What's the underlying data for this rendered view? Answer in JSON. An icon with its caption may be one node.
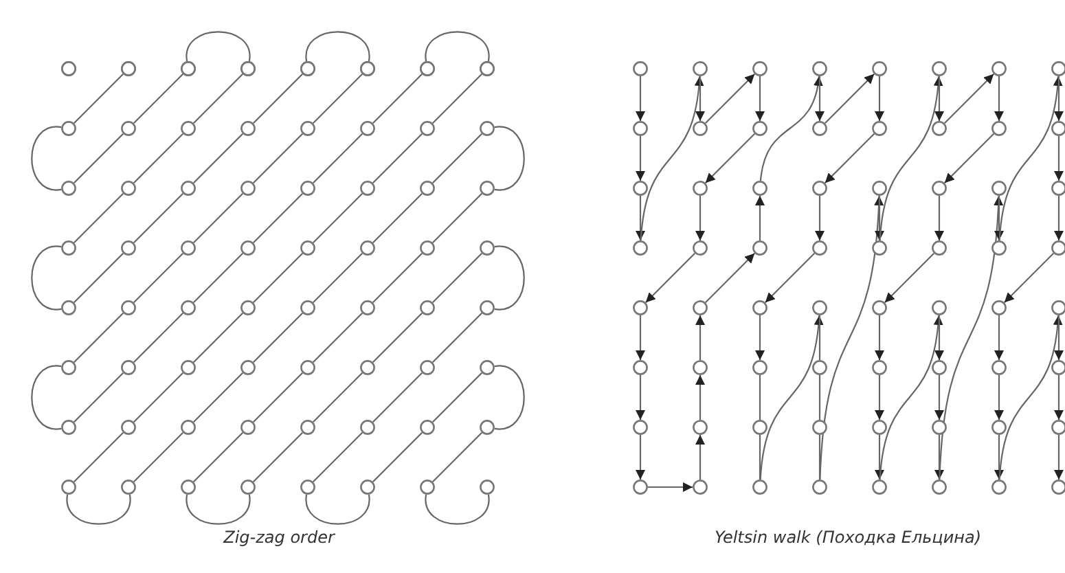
{
  "diagram": {
    "nodes": [
      {
        "text": [],
        "shape": "circle"
      },
      {
        "text": [],
        "shape": "circle"
      },
      {
        "text": [],
        "shape": "circle"
      },
      {
        "text": [],
        "shape": "circle"
      },
      {
        "text": [],
        "shape": "circle"
      },
      {
        "text": [],
        "shape": "circle"
      },
      {
        "text": [],
        "shape": "circle"
      },
      {
        "text": [],
        "shape": "circle"
      },
      {
        "text": [],
        "shape": "circle"
      },
      {
        "text": [],
        "shape": "circle"
      },
      {
        "text": [],
        "shape": "circle"
      },
      {
        "text": [],
        "shape": "circle"
      },
      {
        "text": [],
        "shape": "circle"
      },
      {
        "text": [],
        "shape": "circle"
      },
      {
        "text": [],
        "shape": "circle"
      },
      {
        "text": [],
        "shape": "circle"
      },
      {
        "text": [],
        "shape": "circle"
      },
      {
        "text": [],
        "shape": "circle"
      },
      {
        "text": [],
        "shape": "circle"
      },
      {
        "text": [],
        "shape": "circle"
      },
      {
        "text": [],
        "shape": "circle"
      },
      {
        "text": [],
        "shape": "circle"
      },
      {
        "text": [],
        "shape": "circle"
      },
      {
        "text": [],
        "shape": "circle"
      },
      {
        "text": [],
        "shape": "circle"
      },
      {
        "text": [],
        "shape": "circle"
      },
      {
        "text": [],
        "shape": "circle"
      },
      {
        "text": [],
        "shape": "circle"
      },
      {
        "text": [],
        "shape": "circle"
      },
      {
        "text": [],
        "shape": "circle"
      },
      {
        "text": [],
        "shape": "circle"
      },
      {
        "text": [],
        "shape": "circle"
      },
      {
        "text": [],
        "shape": "circle"
      },
      {
        "text": [],
        "shape": "circle"
      },
      {
        "text": [],
        "shape": "circle"
      },
      {
        "text": [],
        "shape": "circle"
      },
      {
        "text": [],
        "shape": "circle"
      },
      {
        "text": [],
        "shape": "circle"
      },
      {
        "text": [],
        "shape": "circle"
      },
      {
        "text": [],
        "shape": "circle"
      },
      {
        "text": [],
        "shape": "circle"
      },
      {
        "text": [],
        "shape": "circle"
      },
      {
        "text": [],
        "shape": "circle"
      },
      {
        "text": [],
        "shape": "circle"
      },
      {
        "text": [],
        "shape": "circle"
      },
      {
        "text": [],
        "shape": "circle"
      },
      {
        "text": [],
        "shape": "circle"
      },
      {
        "text": [],
        "shape": "circle"
      },
      {
        "text": [],
        "shape": "circle"
      },
      {
        "text": [],
        "shape": "circle"
      },
      {
        "text": [],
        "shape": "circle"
      },
      {
        "text": [],
        "shape": "circle"
      },
      {
        "text": [],
        "shape": "circle"
      },
      {
        "text": [],
        "shape": "circle"
      },
      {
        "text": [],
        "shape": "circle"
      },
      {
        "text": [],
        "shape": "circle"
      },
      {
        "text": [],
        "shape": "circle"
      },
      {
        "text": [],
        "shape": "circle"
      },
      {
        "text": [],
        "shape": "circle"
      },
      {
        "text": [],
        "shape": "circle"
      },
      {
        "text": [],
        "shape": "circle"
      },
      {
        "text": [],
        "shape": "circle"
      },
      {
        "text": [],
        "shape": "circle"
      },
      {
        "text": [],
        "shape": "circle"
      },
      {
        "text": [],
        "shape": "circle"
      },
      {
        "text": [],
        "shape": "circle"
      },
      {
        "text": [],
        "shape": "circle"
      },
      {
        "text": [],
        "shape": "circle"
      },
      {
        "text": [],
        "shape": "circle"
      },
      {
        "text": [],
        "shape": "circle"
      },
      {
        "text": [],
        "shape": "circle"
      },
      {
        "text": [],
        "shape": "circle"
      },
      {
        "text": [],
        "shape": "circle"
      },
      {
        "text": [],
        "shape": "circle"
      },
      {
        "text": [],
        "shape": "circle"
      },
      {
        "text": [],
        "shape": "circle"
      },
      {
        "text": [],
        "shape": "circle"
      },
      {
        "text": [],
        "shape": "circle"
      },
      {
        "text": [],
        "shape": "circle"
      },
      {
        "text": [],
        "shape": "circle"
      },
      {
        "text": [],
        "shape": "circle"
      },
      {
        "text": [],
        "shape": "circle"
      },
      {
        "text": [],
        "shape": "circle"
      },
      {
        "text": [],
        "shape": "circle"
      },
      {
        "text": [],
        "shape": "circle"
      },
      {
        "text": [],
        "shape": "circle"
      },
      {
        "text": [],
        "shape": "circle"
      },
      {
        "text": [],
        "shape": "circle"
      },
      {
        "text": [],
        "shape": "circle"
      },
      {
        "text": [],
        "shape": "circle"
      },
      {
        "text": [],
        "shape": "circle"
      },
      {
        "text": [],
        "shape": "circle"
      },
      {
        "text": [],
        "shape": "circle"
      },
      {
        "text": [],
        "shape": "circle"
      },
      {
        "text": [],
        "shape": "circle"
      },
      {
        "text": [],
        "shape": "circle"
      },
      {
        "text": [],
        "shape": "circle"
      },
      {
        "text": [],
        "shape": "circle"
      },
      {
        "text": [],
        "shape": "circle"
      },
      {
        "text": [],
        "shape": "circle"
      },
      {
        "text": [],
        "shape": "circle"
      },
      {
        "text": [],
        "shape": "circle"
      },
      {
        "text": [],
        "shape": "circle"
      },
      {
        "text": [],
        "shape": "circle"
      },
      {
        "text": [],
        "shape": "circle"
      },
      {
        "text": [],
        "shape": "circle"
      },
      {
        "text": [],
        "shape": "circle"
      },
      {
        "text": [],
        "shape": "circle"
      },
      {
        "text": [],
        "shape": "circle"
      },
      {
        "text": [],
        "shape": "circle"
      },
      {
        "text": [],
        "shape": "circle"
      },
      {
        "text": [],
        "shape": "circle"
      },
      {
        "text": [],
        "shape": "circle"
      },
      {
        "text": [],
        "shape": "circle"
      },
      {
        "text": [],
        "shape": "circle"
      },
      {
        "text": [],
        "shape": "circle"
      },
      {
        "text": [],
        "shape": "circle"
      },
      {
        "text": [],
        "shape": "circle"
      },
      {
        "text": [],
        "shape": "circle"
      },
      {
        "text": [],
        "shape": "circle"
      },
      {
        "text": [],
        "shape": "circle"
      },
      {
        "text": [],
        "shape": "circle"
      },
      {
        "text": [],
        "shape": "circle"
      },
      {
        "text": [],
        "shape": "circle"
      },
      {
        "text": [],
        "shape": "circle"
      },
      {
        "text": [],
        "shape": "circle"
      },
      {
        "text": [],
        "shape": "circle"
      },
      {
        "text": [],
        "shape": "circle"
      },
      {
        "text": [],
        "shape": "circle"
      },
      {
        "text": [],
        "shape": "circle"
      },
      {
        "text": [],
        "shape": "circle"
      },
      {
        "text": [],
        "shape": "circle"
      },
      {
        "text": [],
        "shape": "circle"
      },
      {
        "text": [],
        "shape": "circle"
      },
      {
        "text": [],
        "shape": "circle"
      },
      {
        "text": [],
        "shape": "circle"
      }
    ],
    "edges": [
      {
        "from": 1,
        "to": 8,
        "arrow": "none"
      },
      {
        "from": 8,
        "to": 16,
        "arrow": "none"
      },
      {
        "from": 16,
        "to": 9,
        "arrow": "none"
      },
      {
        "from": 9,
        "to": 2,
        "arrow": "none"
      },
      {
        "from": 2,
        "to": 3,
        "arrow": "none"
      },
      {
        "from": 3,
        "to": 10,
        "arrow": "none"
      },
      {
        "from": 10,
        "to": 17,
        "arrow": "none"
      },
      {
        "from": 17,
        "to": 24,
        "arrow": "none"
      },
      {
        "from": 24,
        "to": 32,
        "arrow": "none"
      },
      {
        "from": 32,
        "to": 25,
        "arrow": "none"
      },
      {
        "from": 25,
        "to": 18,
        "arrow": "none"
      },
      {
        "from": 18,
        "to": 11,
        "arrow": "none"
      },
      {
        "from": 11,
        "to": 4,
        "arrow": "none"
      },
      {
        "from": 4,
        "to": 5,
        "arrow": "none"
      },
      {
        "from": 5,
        "to": 12,
        "arrow": "none"
      },
      {
        "from": 12,
        "to": 19,
        "arrow": "none"
      },
      {
        "from": 19,
        "to": 26,
        "arrow": "none"
      },
      {
        "from": 26,
        "to": 33,
        "arrow": "none"
      },
      {
        "from": 33,
        "to": 40,
        "arrow": "none"
      },
      {
        "from": 40,
        "to": 48,
        "arrow": "none"
      },
      {
        "from": 48,
        "to": 41,
        "arrow": "none"
      },
      {
        "from": 41,
        "to": 34,
        "arrow": "none"
      },
      {
        "from": 34,
        "to": 27,
        "arrow": "none"
      },
      {
        "from": 27,
        "to": 20,
        "arrow": "none"
      },
      {
        "from": 20,
        "to": 13,
        "arrow": "none"
      },
      {
        "from": 13,
        "to": 6,
        "arrow": "none"
      },
      {
        "from": 6,
        "to": 7,
        "arrow": "none"
      },
      {
        "from": 7,
        "to": 14,
        "arrow": "none"
      },
      {
        "from": 14,
        "to": 21,
        "arrow": "none"
      },
      {
        "from": 21,
        "to": 28,
        "arrow": "none"
      },
      {
        "from": 28,
        "to": 35,
        "arrow": "none"
      },
      {
        "from": 35,
        "to": 42,
        "arrow": "none"
      },
      {
        "from": 42,
        "to": 49,
        "arrow": "none"
      },
      {
        "from": 49,
        "to": 56,
        "arrow": "none"
      },
      {
        "from": 56,
        "to": 57,
        "arrow": "none"
      },
      {
        "from": 57,
        "to": 50,
        "arrow": "none"
      },
      {
        "from": 50,
        "to": 43,
        "arrow": "none"
      },
      {
        "from": 43,
        "to": 36,
        "arrow": "none"
      },
      {
        "from": 36,
        "to": 29,
        "arrow": "none"
      },
      {
        "from": 29,
        "to": 22,
        "arrow": "none"
      },
      {
        "from": 22,
        "to": 15,
        "arrow": "none"
      },
      {
        "from": 15,
        "to": 23,
        "arrow": "none"
      },
      {
        "from": 23,
        "to": 30,
        "arrow": "none"
      },
      {
        "from": 30,
        "to": 37,
        "arrow": "none"
      },
      {
        "from": 37,
        "to": 44,
        "arrow": "none"
      },
      {
        "from": 44,
        "to": 51,
        "arrow": "none"
      },
      {
        "from": 51,
        "to": 58,
        "arrow": "none"
      },
      {
        "from": 58,
        "to": 59,
        "arrow": "none"
      },
      {
        "from": 59,
        "to": 52,
        "arrow": "none"
      },
      {
        "from": 52,
        "to": 45,
        "arrow": "none"
      },
      {
        "from": 45,
        "to": 38,
        "arrow": "none"
      },
      {
        "from": 38,
        "to": 31,
        "arrow": "none"
      },
      {
        "from": 31,
        "to": 39,
        "arrow": "none"
      },
      {
        "from": 39,
        "to": 46,
        "arrow": "none"
      },
      {
        "from": 46,
        "to": 53,
        "arrow": "none"
      },
      {
        "from": 53,
        "to": 60,
        "arrow": "none"
      },
      {
        "from": 60,
        "to": 61,
        "arrow": "none"
      },
      {
        "from": 61,
        "to": 54,
        "arrow": "none"
      },
      {
        "from": 54,
        "to": 47,
        "arrow": "none"
      },
      {
        "from": 47,
        "to": 55,
        "arrow": "none"
      },
      {
        "from": 55,
        "to": 62,
        "arrow": "none"
      },
      {
        "from": 62,
        "to": 63,
        "arrow": "none"
      },
      {
        "from": 64,
        "to": 72,
        "arrow": "to"
      },
      {
        "from": 72,
        "to": 80,
        "arrow": "to"
      },
      {
        "from": 80,
        "to": 88,
        "arrow": "to"
      },
      {
        "from": 88,
        "to": 65,
        "arrow": "to"
      },
      {
        "from": 65,
        "to": 73,
        "arrow": "to"
      },
      {
        "from": 73,
        "to": 66,
        "arrow": "to"
      },
      {
        "from": 66,
        "to": 74,
        "arrow": "to"
      },
      {
        "from": 74,
        "to": 81,
        "arrow": "to"
      },
      {
        "from": 81,
        "to": 89,
        "arrow": "to"
      },
      {
        "from": 89,
        "to": 96,
        "arrow": "to"
      },
      {
        "from": 96,
        "to": 104,
        "arrow": "to"
      },
      {
        "from": 104,
        "to": 112,
        "arrow": "to"
      },
      {
        "from": 112,
        "to": 120,
        "arrow": "to"
      },
      {
        "from": 120,
        "to": 121,
        "arrow": "to"
      },
      {
        "from": 121,
        "to": 113,
        "arrow": "to"
      },
      {
        "from": 113,
        "to": 105,
        "arrow": "to"
      },
      {
        "from": 105,
        "to": 97,
        "arrow": "to"
      },
      {
        "from": 97,
        "to": 90,
        "arrow": "to"
      },
      {
        "from": 90,
        "to": 82,
        "arrow": "to"
      },
      {
        "from": 82,
        "to": 67,
        "arrow": "to"
      },
      {
        "from": 67,
        "to": 75,
        "arrow": "to"
      },
      {
        "from": 75,
        "to": 68,
        "arrow": "to"
      },
      {
        "from": 68,
        "to": 76,
        "arrow": "to"
      },
      {
        "from": 76,
        "to": 83,
        "arrow": "to"
      },
      {
        "from": 83,
        "to": 91,
        "arrow": "to"
      },
      {
        "from": 91,
        "to": 98,
        "arrow": "to"
      },
      {
        "from": 98,
        "to": 106,
        "arrow": "to"
      },
      {
        "from": 106,
        "to": 114,
        "arrow": "none"
      },
      {
        "from": 114,
        "to": 122,
        "arrow": "none"
      },
      {
        "from": 122,
        "to": 99,
        "arrow": "to"
      },
      {
        "from": 99,
        "to": 107,
        "arrow": "none"
      },
      {
        "from": 107,
        "to": 115,
        "arrow": "none"
      },
      {
        "from": 115,
        "to": 123,
        "arrow": "none"
      },
      {
        "from": 123,
        "to": 84,
        "arrow": "to"
      },
      {
        "from": 84,
        "to": 92,
        "arrow": "to"
      },
      {
        "from": 92,
        "to": 69,
        "arrow": "to"
      },
      {
        "from": 69,
        "to": 77,
        "arrow": "to"
      },
      {
        "from": 77,
        "to": 70,
        "arrow": "to"
      },
      {
        "from": 70,
        "to": 78,
        "arrow": "to"
      },
      {
        "from": 78,
        "to": 85,
        "arrow": "to"
      },
      {
        "from": 85,
        "to": 93,
        "arrow": "to"
      },
      {
        "from": 93,
        "to": 100,
        "arrow": "to"
      },
      {
        "from": 100,
        "to": 108,
        "arrow": "to"
      },
      {
        "from": 108,
        "to": 116,
        "arrow": "to"
      },
      {
        "from": 116,
        "to": 124,
        "arrow": "to"
      },
      {
        "from": 124,
        "to": 101,
        "arrow": "to"
      },
      {
        "from": 101,
        "to": 109,
        "arrow": "to"
      },
      {
        "from": 109,
        "to": 117,
        "arrow": "to"
      },
      {
        "from": 117,
        "to": 125,
        "arrow": "to"
      },
      {
        "from": 125,
        "to": 86,
        "arrow": "to"
      },
      {
        "from": 86,
        "to": 94,
        "arrow": "to"
      },
      {
        "from": 94,
        "to": 71,
        "arrow": "to"
      },
      {
        "from": 71,
        "to": 79,
        "arrow": "to"
      },
      {
        "from": 79,
        "to": 87,
        "arrow": "to"
      },
      {
        "from": 87,
        "to": 95,
        "arrow": "to"
      },
      {
        "from": 95,
        "to": 102,
        "arrow": "to"
      },
      {
        "from": 102,
        "to": 110,
        "arrow": "to"
      },
      {
        "from": 110,
        "to": 118,
        "arrow": "to"
      },
      {
        "from": 118,
        "to": 126,
        "arrow": "to"
      },
      {
        "from": 126,
        "to": 103,
        "arrow": "to"
      },
      {
        "from": 103,
        "to": 111,
        "arrow": "to"
      },
      {
        "from": 111,
        "to": 119,
        "arrow": "to"
      },
      {
        "from": 119,
        "to": 127,
        "arrow": "to"
      }
    ],
    "labels": [
      "Zig-zag order",
      "Yeltsin walk (Походка Ельцина)"
    ]
  }
}
